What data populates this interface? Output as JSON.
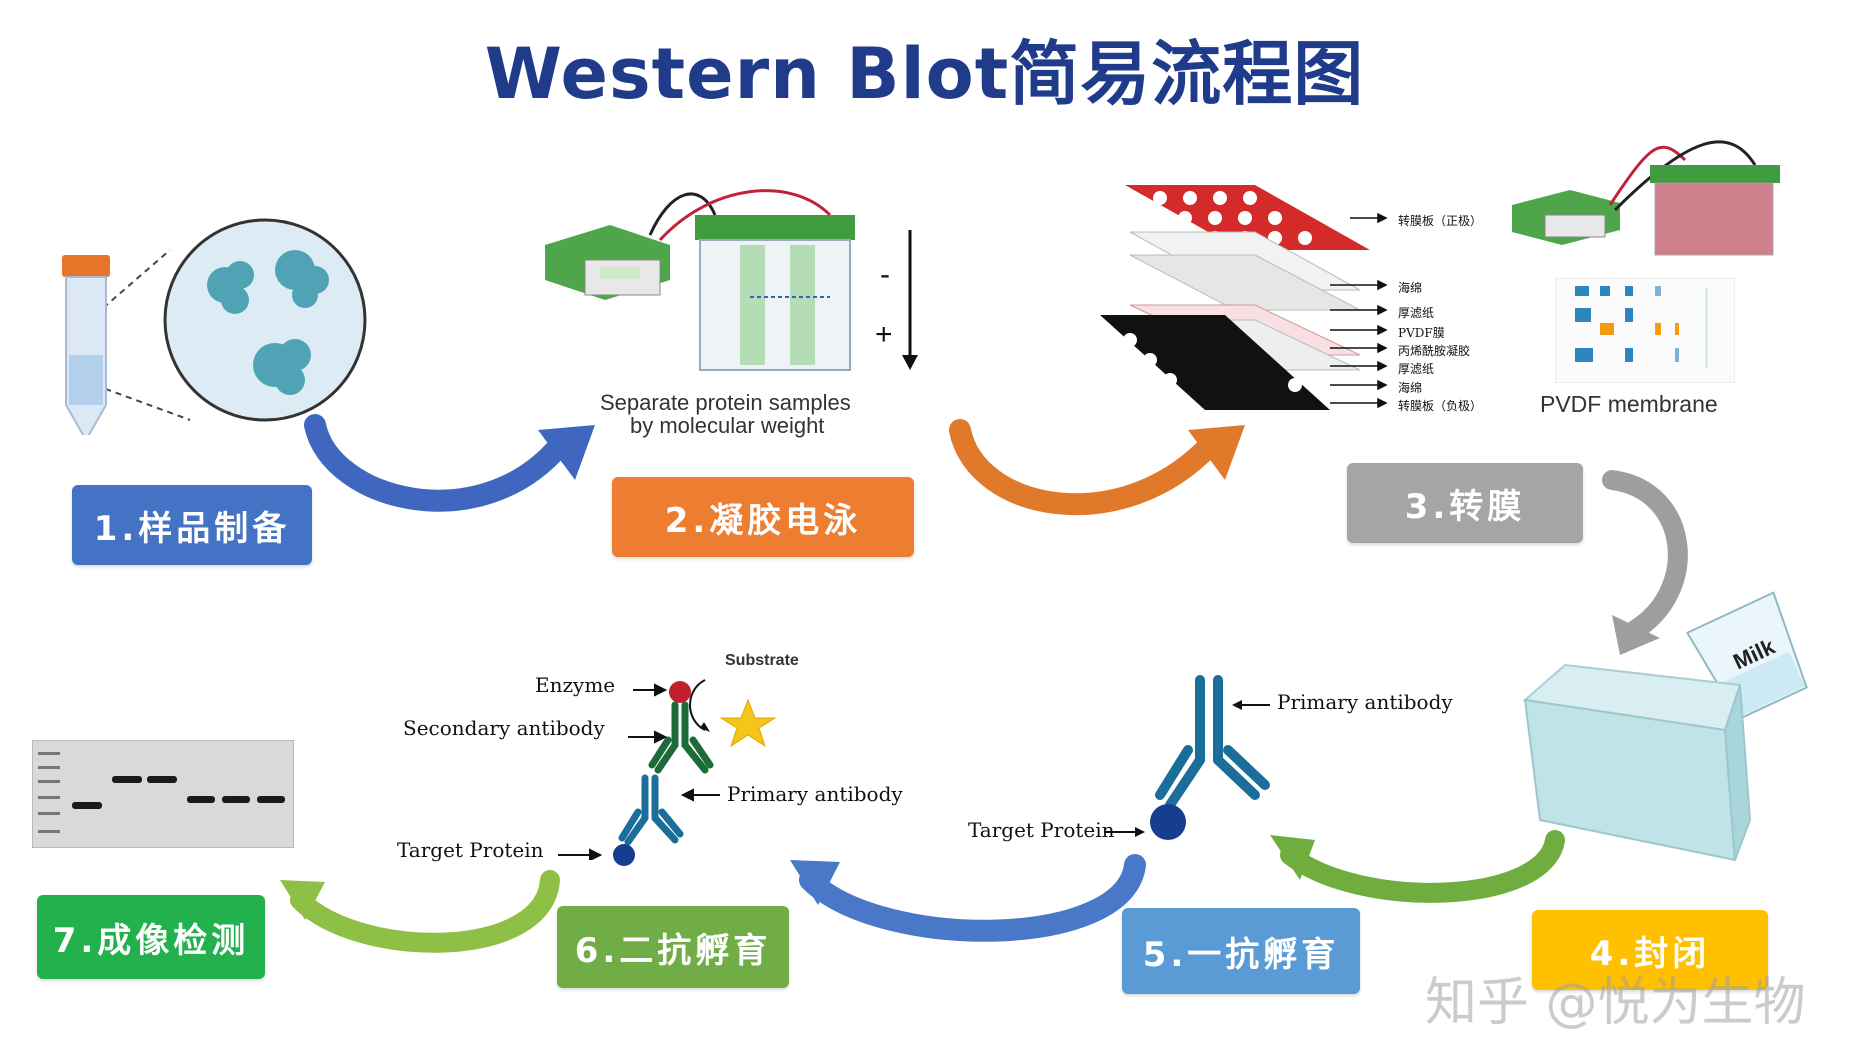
{
  "title": "Western Blot简易流程图",
  "steps": [
    {
      "label": "1.样品制备",
      "color": "#4472c4"
    },
    {
      "label": "2.凝胶电泳",
      "color": "#ed7d31"
    },
    {
      "label": "3.转膜",
      "color": "#a5a5a5"
    },
    {
      "label": "4.封闭",
      "color": "#ffc000"
    },
    {
      "label": "5.一抗孵育",
      "color": "#5b9bd5"
    },
    {
      "label": "6.二抗孵育",
      "color": "#70ad47"
    },
    {
      "label": "7.成像检测",
      "color": "#22b14c"
    }
  ],
  "electrophoresis": {
    "caption_line1": "Separate protein samples",
    "caption_line2": "by molecular weight",
    "minus": "-",
    "plus": "+"
  },
  "transfer_layers": [
    "转膜板（正极）",
    "海绵",
    "厚滤纸",
    "PVDF膜",
    "丙烯酰胺凝胶",
    "厚滤纸",
    "海绵",
    "转膜板（负极）"
  ],
  "pvdf_label": "PVDF membrane",
  "blocking": {
    "milk_label": "Milk"
  },
  "primary_incubation": {
    "primary_antibody": "Primary antibody",
    "target_protein": "Target Protein"
  },
  "secondary_incubation": {
    "enzyme": "Enzyme",
    "substrate": "Substrate",
    "secondary_antibody": "Secondary antibody",
    "primary_antibody": "Primary antibody",
    "target_protein": "Target Protein"
  },
  "watermark": "知乎 @悦为生物"
}
